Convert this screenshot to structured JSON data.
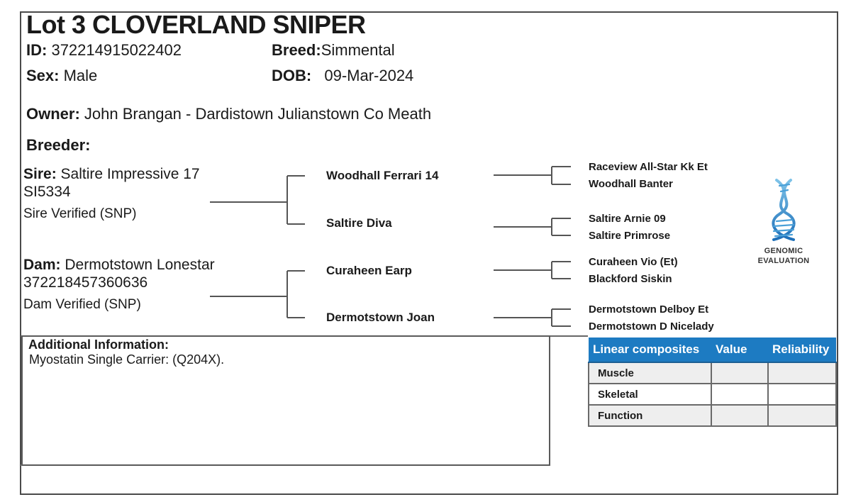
{
  "title": "Lot 3 CLOVERLAND SNIPER",
  "animal": {
    "id_label": "ID:",
    "id_value": "372214915022402",
    "breed_label": "Breed:",
    "breed_value": "Simmental",
    "sex_label": "Sex:",
    "sex_value": "Male",
    "dob_label": "DOB:",
    "dob_value": "09-Mar-2024",
    "owner_label": "Owner:",
    "owner_value": "John Brangan - Dardistown Julianstown Co Meath",
    "breeder_label": "Breeder:",
    "breeder_value": ""
  },
  "sire": {
    "label": "Sire:",
    "name": "Saltire Impressive 17",
    "code": "SI5334",
    "verified": "Sire Verified (SNP)"
  },
  "dam": {
    "label": "Dam:",
    "name": "Dermotstown Lonestar",
    "code": "372218457360636",
    "verified": "Dam Verified (SNP)"
  },
  "pedigree": {
    "grandparents": [
      "Woodhall Ferrari 14",
      "Saltire Diva",
      "Curaheen Earp",
      "Dermotstown Joan"
    ],
    "great_grandparents": [
      "Raceview All-Star Kk Et",
      "Woodhall Banter",
      "Saltire Arnie 09",
      "Saltire Primrose",
      "Curaheen Vio (Et)",
      "Blackford Siskin",
      "Dermotstown Delboy Et",
      "Dermotstown D Nicelady"
    ]
  },
  "logo": {
    "icon": "dna-helix-icon",
    "line1": "GENOMIC",
    "line2": "EVALUATION",
    "color": "#1d7bc2"
  },
  "additional": {
    "title": "Additional Information:",
    "text": "Myostatin Single Carrier: (Q204X)."
  },
  "linear_composites": {
    "header_color": "#1d7bc2",
    "headers": [
      "Linear composites",
      "Value",
      "Reliability"
    ],
    "rows": [
      {
        "name": "Muscle",
        "value": "",
        "reliability": ""
      },
      {
        "name": "Skeletal",
        "value": "",
        "reliability": ""
      },
      {
        "name": "Function",
        "value": "",
        "reliability": ""
      }
    ]
  }
}
